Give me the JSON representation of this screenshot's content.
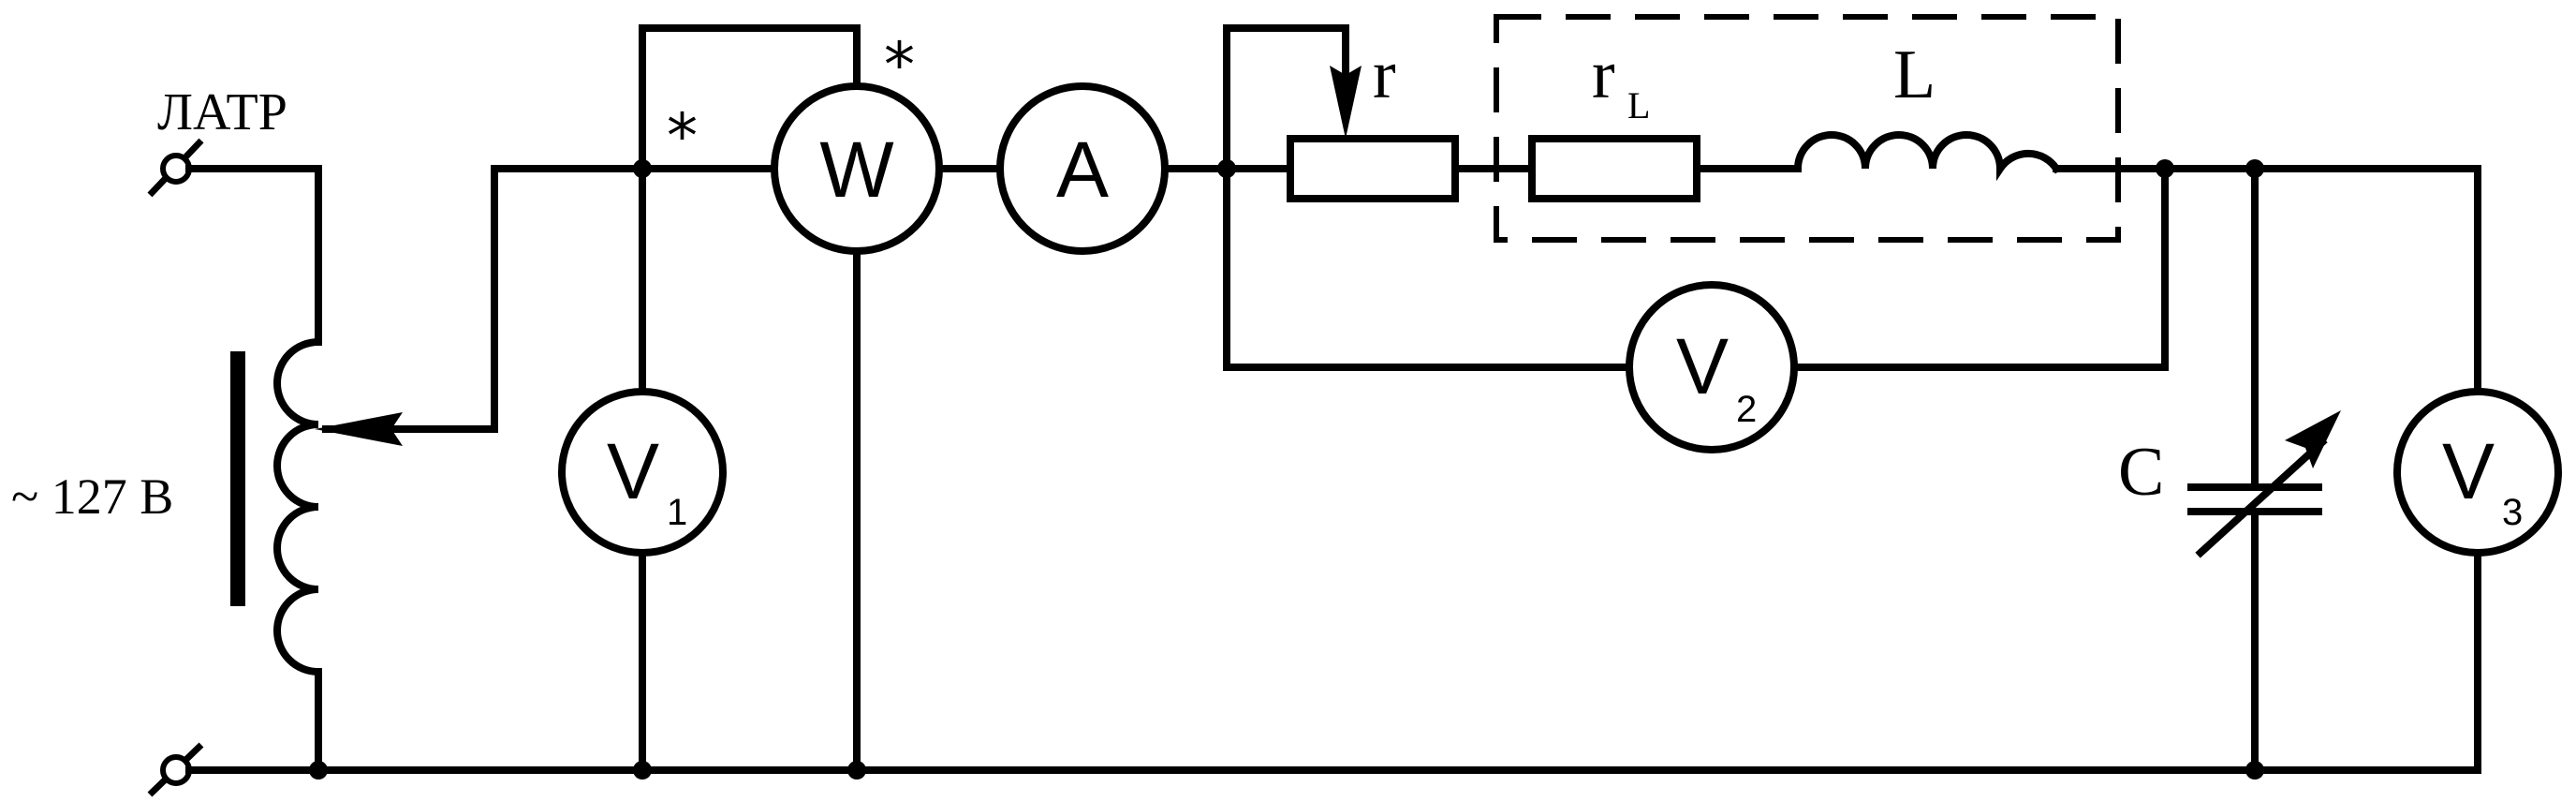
{
  "labels": {
    "latr": "ЛАТР",
    "supply": "~ 127 В",
    "resistor_r": "r",
    "resistor_rl": "r",
    "resistor_rl_sub": "L",
    "inductor": "L",
    "capacitor": "C",
    "star": "*"
  },
  "meters": {
    "wattmeter": "W",
    "ammeter": "A",
    "v1": {
      "symbol": "V",
      "index": "1"
    },
    "v2": {
      "symbol": "V",
      "index": "2"
    },
    "v3": {
      "symbol": "V",
      "index": "3"
    }
  }
}
